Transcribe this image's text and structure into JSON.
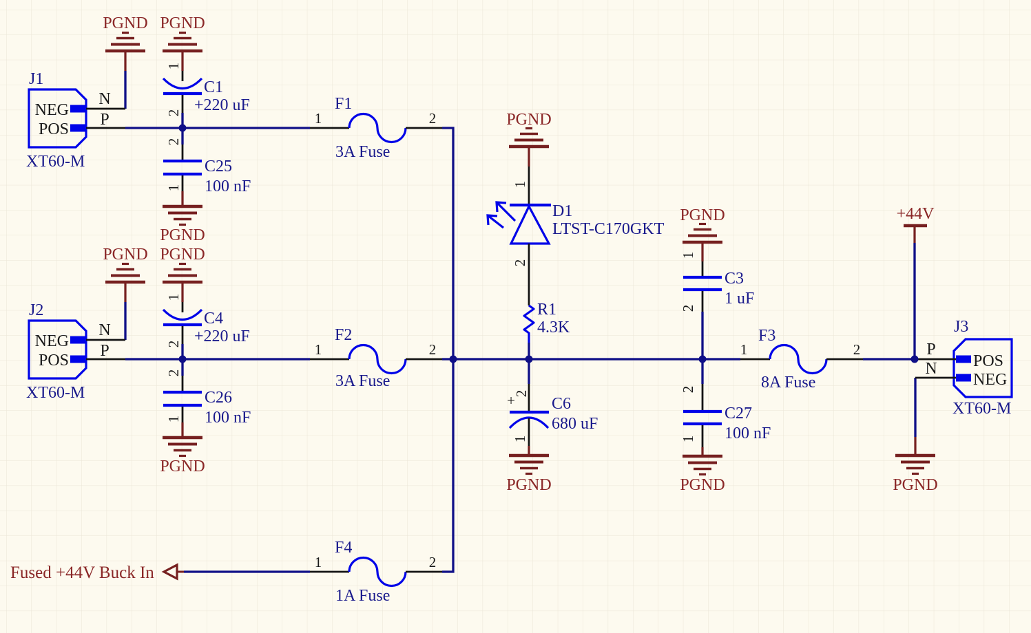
{
  "schematic_type": "power-input-schematic",
  "power": {
    "ground_label": "PGND",
    "rail_label": "+44V"
  },
  "port": {
    "label": "Fused +44V Buck In"
  },
  "pins": {
    "p1": "1",
    "p2": "2",
    "plus": "+",
    "n": "N",
    "p": "P",
    "neg": "NEG",
    "pos": "POS"
  },
  "components": {
    "j1": {
      "ref": "J1",
      "part": "XT60-M"
    },
    "j2": {
      "ref": "J2",
      "part": "XT60-M"
    },
    "j3": {
      "ref": "J3",
      "part": "XT60-M"
    },
    "c1": {
      "ref": "C1",
      "value": "+220 uF"
    },
    "c25": {
      "ref": "C25",
      "value": "100 nF"
    },
    "c4": {
      "ref": "C4",
      "value": "+220 uF"
    },
    "c26": {
      "ref": "C26",
      "value": "100 nF"
    },
    "c3": {
      "ref": "C3",
      "value": "1 uF"
    },
    "c27": {
      "ref": "C27",
      "value": "100 nF"
    },
    "c6": {
      "ref": "C6",
      "value": "680 uF"
    },
    "f1": {
      "ref": "F1",
      "value": "3A Fuse"
    },
    "f2": {
      "ref": "F2",
      "value": "3A Fuse"
    },
    "f3": {
      "ref": "F3",
      "value": "8A Fuse"
    },
    "f4": {
      "ref": "F4",
      "value": "1A Fuse"
    },
    "d1": {
      "ref": "D1",
      "value": "LTST-C170GKT"
    },
    "r1": {
      "ref": "R1",
      "value": "4.3K"
    }
  },
  "colors": {
    "background": "#FDFAEF",
    "grid": "#EBE6D7",
    "wire": "#0F0F87",
    "symbol": "#0004E8",
    "power_symbol": "#762020",
    "power_text": "#8A2727",
    "designator_text": "#1A1A8C",
    "pin_text": "#1A1A1A"
  }
}
